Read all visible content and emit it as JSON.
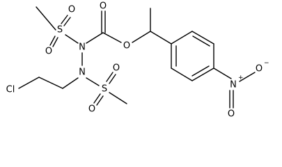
{
  "molecule": {
    "atoms": {
      "ms_top_s": "S",
      "ms_top_o1": "O",
      "ms_top_o2": "O",
      "n1": "N",
      "carbonyl_o": "O",
      "ester_o": "O",
      "n2": "N",
      "ms_bottom_s": "S",
      "ms_bottom_o1": "O",
      "ms_bottom_o2": "O",
      "chlorine": "Cl",
      "nitro_n": "N",
      "nitro_o1": "O",
      "nitro_o2": "O"
    },
    "charges": {
      "nitro_n": "+",
      "nitro_o2": "−"
    }
  }
}
